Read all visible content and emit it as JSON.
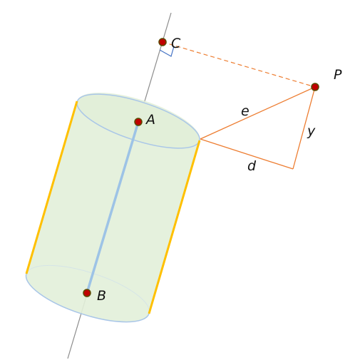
{
  "labels": {
    "point_a": "A",
    "point_b": "B",
    "point_c": "C",
    "point_p": "P",
    "edge_e": "e",
    "edge_d": "d",
    "edge_y": "y"
  },
  "colors": {
    "cylinder_fill": "#e2efd9",
    "cylinder_outline": "#a9c6e8",
    "cylinder_side": "#ffc000",
    "axis_segment": "#9dc3e6",
    "axis_line": "#8c8c8c",
    "orange_lines": "#ed7d31",
    "right_angle_marker": "#4472c4",
    "point_fill": "#c00000",
    "point_outline": "#5a4a00"
  }
}
